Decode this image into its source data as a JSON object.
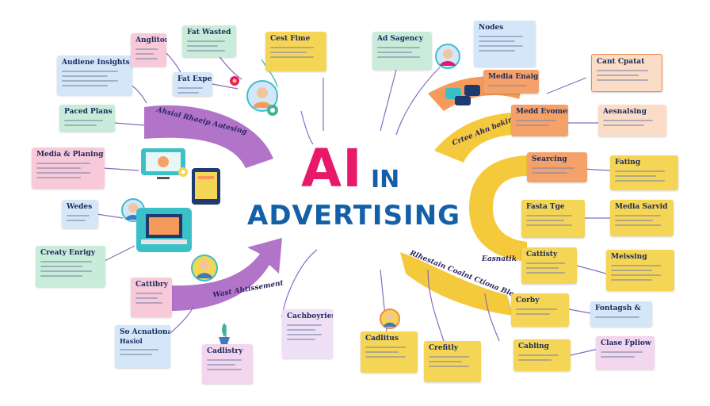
{
  "title": {
    "ai": "AI",
    "in": "IN",
    "advertising": "ADVERTISING"
  },
  "colors": {
    "ai": "#e8196a",
    "advertising": "#1460a8",
    "purple_band": "#b274c9",
    "yellow_band": "#f5c93c",
    "orange_band": "#f59a5a"
  },
  "bands": {
    "left_top": "Ahsial Rhaeip Aotesing",
    "left_bottom": "Wast Ahtissement",
    "right_top": "Crtee Ahn beking",
    "right_mid": "Easnatik",
    "right_bottom": "Rlhestain Coalnt Ctiona Bles Aocisianss"
  },
  "nodes": {
    "audience_insights": "Audiene Insights",
    "anglitory": "Anglitory",
    "fat_wasted": "Fat Wasted",
    "fat_expers": "Fat Expers",
    "paced_plans": "Paced Plans",
    "media_planning": "Media & Planing",
    "wedes": "Wedes",
    "creative_energy": "Creaty Enrigy",
    "cattibry": "Cattibry",
    "so_acnational": "So Acnational",
    "so_acnational_sub": "Hasiol",
    "cadlistry": "Cadlistry",
    "cachboyries": "Cachboyries",
    "cest_fime": "Cest Fime",
    "ad_sagency": "Ad Sagency",
    "nodes": "Nodes",
    "cant_cpatat": "Cant Cpatat",
    "media_enaig": "Media Enaig",
    "medd_evomeng": "Medd Evomeng",
    "aesnalsing": "Aesnalsing",
    "searcing": "Searcing",
    "fating": "Fating",
    "fasta_tge": "Fasta Tge",
    "media_sarvid": "Media Sarvid",
    "cattisty": "Cattisty",
    "meissing": "Meissing",
    "corby": "Corby",
    "fontagsh": "Fontagsh &",
    "cabling": "Cabling",
    "clase_fpliow": "Clase Fpliow",
    "crefitly": "Crefitly",
    "cadlitus": "Cadlitus"
  }
}
